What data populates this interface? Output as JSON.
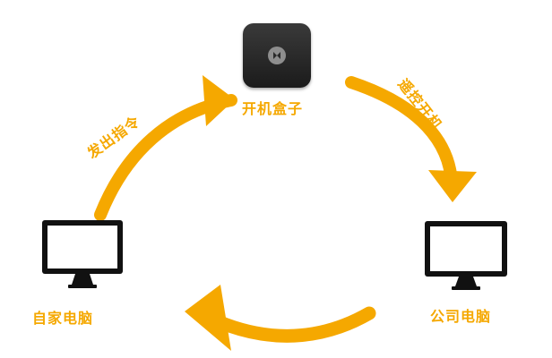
{
  "nodes": {
    "box": {
      "label": "开机盒子",
      "icon": "power-box-icon"
    },
    "home_pc": {
      "label": "自家电脑",
      "icon": "monitor-icon"
    },
    "company_pc": {
      "label": "公司电脑",
      "icon": "monitor-icon"
    }
  },
  "edges": {
    "home_to_box": {
      "label": "发出指令"
    },
    "box_to_company": {
      "label": "遥控开机"
    },
    "company_to_home": {
      "label": ""
    }
  },
  "colors": {
    "accent": "#f5a800",
    "device": "#222222",
    "background": "#ffffff"
  }
}
